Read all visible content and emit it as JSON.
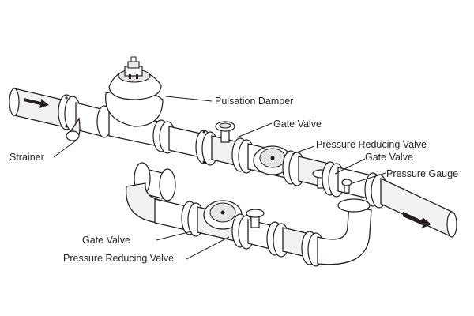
{
  "diagram": {
    "labels": {
      "pulsation_damper": "Pulsation Damper",
      "strainer": "Strainer",
      "gate_valve_top": "Gate Valve",
      "prv_top": "Pressure Reducing Valve",
      "gate_valve_right": "Gate Valve",
      "pressure_gauge": "Pressure Gauge",
      "gate_valve_bottom": "Gate Valve",
      "prv_bottom": "Pressure Reducing Valve"
    },
    "line_color": "#231f20",
    "flow_direction_icons": [
      "inlet-arrow-icon",
      "outlet-arrow-icon"
    ]
  }
}
